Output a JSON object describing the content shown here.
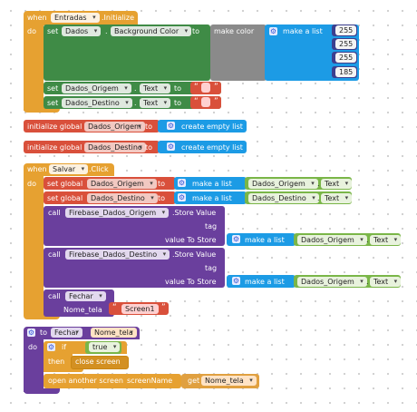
{
  "ev1": {
    "when": "when",
    "component": "Entradas",
    "event": ".Initialize",
    "do": "do"
  },
  "set1": {
    "set": "set",
    "component": "Dados",
    "property": "Background Color",
    "to": "to",
    "make_color": "make color",
    "make_list": "make a list",
    "values": [
      "255",
      "255",
      "255",
      "185"
    ]
  },
  "set2": {
    "set": "set",
    "component": "Dados_Origem",
    "property": "Text",
    "to": "to"
  },
  "set3": {
    "set": "set",
    "component": "Dados_Destino",
    "property": "Text",
    "to": "to"
  },
  "glob1": {
    "label": "initialize global",
    "name": "Dados_Origem",
    "to": "to",
    "empty_list": "create empty list"
  },
  "glob2": {
    "label": "initialize global",
    "name": "Dados_Destino",
    "to": "to",
    "empty_list": "create empty list"
  },
  "ev2": {
    "when": "when",
    "component": "Salvar",
    "event": ".Click",
    "do": "do"
  },
  "setg1": {
    "set": "set global",
    "name": "Dados_Origem",
    "to": "to",
    "make_list": "make a list",
    "item_comp": "Dados_Origem",
    "item_prop": "Text"
  },
  "setg2": {
    "set": "set global",
    "name": "Dados_Destino",
    "to": "to",
    "make_list": "make a list",
    "item_comp": "Dados_Destino",
    "item_prop": "Text"
  },
  "call1": {
    "call": "call",
    "component": "Firebase_Dados_Origem",
    "method": ".Store Value",
    "tag": "tag",
    "value": "value To Store",
    "make_list": "make a list",
    "item_comp": "Dados_Origem",
    "item_prop": "Text"
  },
  "call2": {
    "call": "call",
    "component": "Firebase_Dados_Destino",
    "method": ".Store Value",
    "tag": "tag",
    "value": "value To Store",
    "make_list": "make a list",
    "item_comp": "Dados_Origem",
    "item_prop": "Text"
  },
  "call3": {
    "call": "call",
    "component": "Fechar",
    "param": "Nome_tela",
    "screen": "Screen1"
  },
  "proc": {
    "to": "to",
    "name": "Fechar",
    "param": "Nome_tela",
    "do": "do",
    "if": "if",
    "cond": "true",
    "then": "then",
    "close": "close screen",
    "open": "open another screen",
    "screen_name": "screenName",
    "get": "get",
    "var": "Nome_tela"
  }
}
